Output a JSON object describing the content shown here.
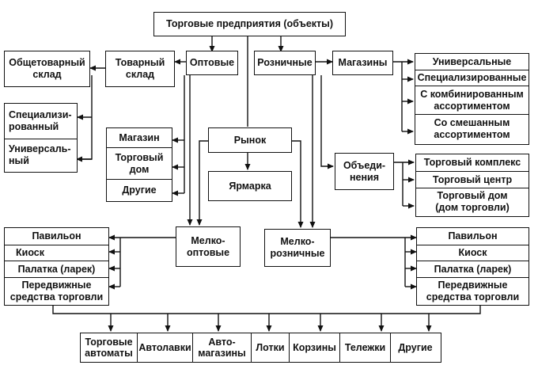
{
  "nodes": {
    "root": "Торговые предприятия (объекты)",
    "wholesale": "Оптовые",
    "retail": "Розничные",
    "market": "Рынок",
    "fair": "Ярмарка",
    "commodity_warehouse": "Товарный\nсклад",
    "general_warehouse": "Общетоварный\nсклад",
    "stores": "Магазины",
    "associations": "Объеди-\nнения",
    "small_wholesale": "Мелко-\nоптовые",
    "small_retail": "Мелко-\nрозничные"
  },
  "warehouse_types": [
    "Специализи-\nрованный",
    "Универсаль-\nный"
  ],
  "wholesale_outlets": [
    "Магазин",
    "Торговый\nдом",
    "Другие"
  ],
  "store_types": [
    "Универсальные",
    "Специализированные",
    "С комбинированным\nассортиментом",
    "Со смешанным\nассортиментом"
  ],
  "association_types": [
    "Торговый комплекс",
    "Торговый центр",
    "Торговый дом\n(дом торговли)"
  ],
  "small_wholesale_forms": [
    "Павильон",
    "Киоск",
    "Палатка (ларек)",
    "Передвижные\nсредства торговли"
  ],
  "small_retail_forms": [
    "Павильон",
    "Киоск",
    "Палатка (ларек)",
    "Передвижные\nсредства торговли"
  ],
  "mobile_forms": [
    "Торговые\nавтоматы",
    "Автолавки",
    "Авто-\nмагазины",
    "Лотки",
    "Корзины",
    "Тележки",
    "Другие"
  ]
}
